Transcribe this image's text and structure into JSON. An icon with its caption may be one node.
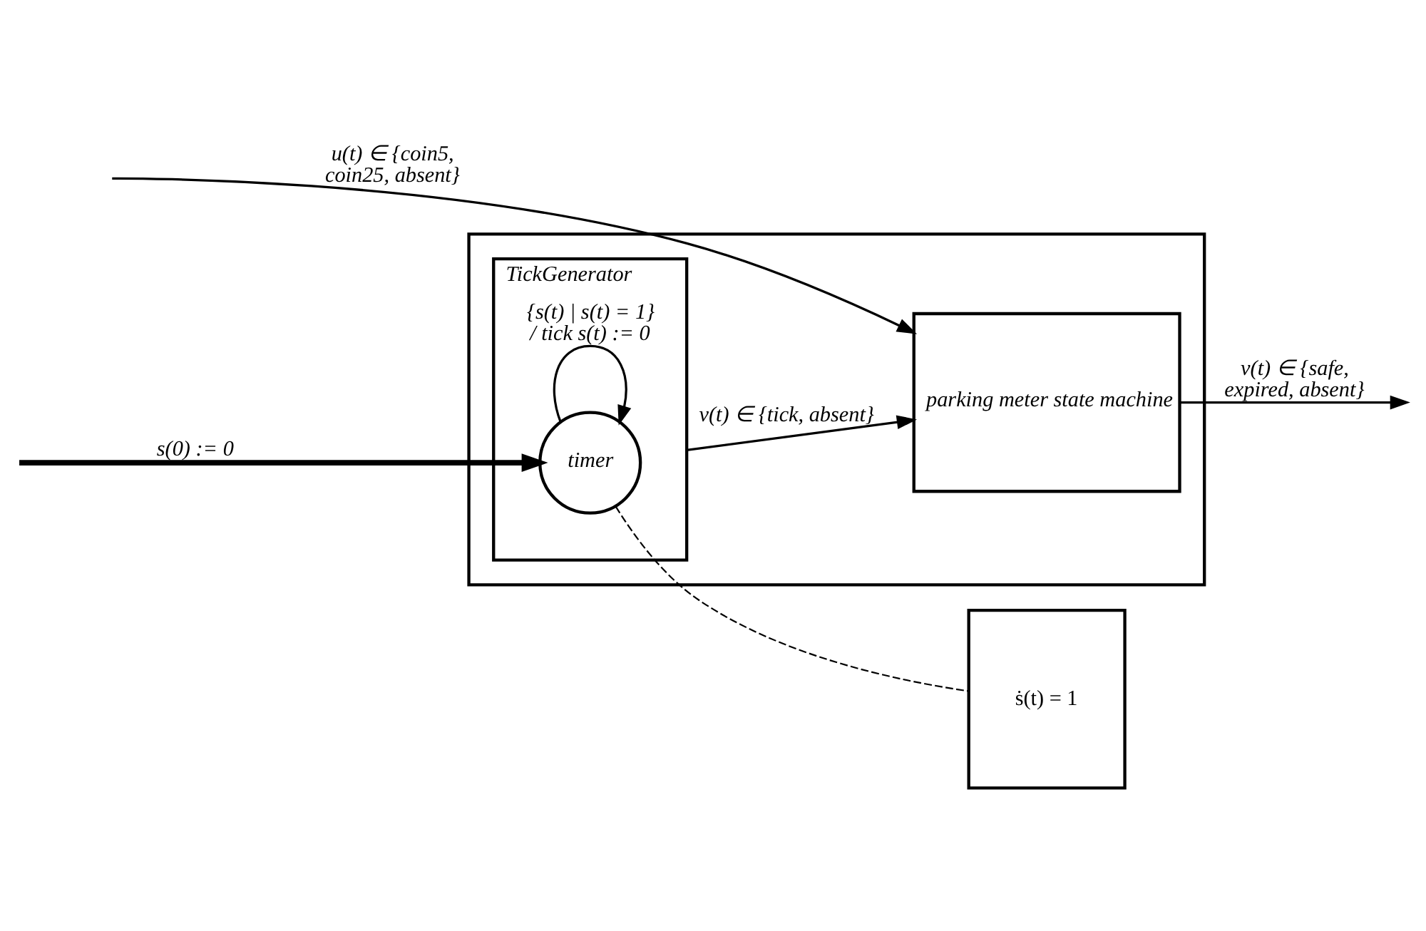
{
  "diagram": {
    "nodes": [
      {
        "text": [],
        "shape": "box"
      },
      {
        "text": [
          "TickGenerator"
        ],
        "in": 0
      },
      {
        "text": [
          "timer"
        ],
        "in": 1
      },
      {
        "text": [
          "parking meter state machine"
        ],
        "in": 0
      },
      {
        "text": [
          "ṡ(t) = 1"
        ]
      }
    ],
    "edges": [
      {
        "from": null,
        "to": 3,
        "arrow": "to",
        "label": "u(t) ∈ {coin5, coin25, absent}"
      },
      {
        "from": null,
        "to": 2,
        "arrow": "to",
        "label": "s(0) := 0",
        "style": "thick"
      },
      {
        "from": 2,
        "to": 2,
        "arrow": "to",
        "label": "{s(t) | s(t) = 1} / tick s(t) := 0"
      },
      {
        "from": 1,
        "to": 3,
        "arrow": "to",
        "label": "v(t) ∈ {tick, absent}"
      },
      {
        "from": 3,
        "to": null,
        "arrow": "to",
        "label": "v(t) ∈ {safe, expired, absent}"
      },
      {
        "from": 2,
        "to": 4,
        "arrow": "none",
        "style": "dashed"
      }
    ]
  }
}
